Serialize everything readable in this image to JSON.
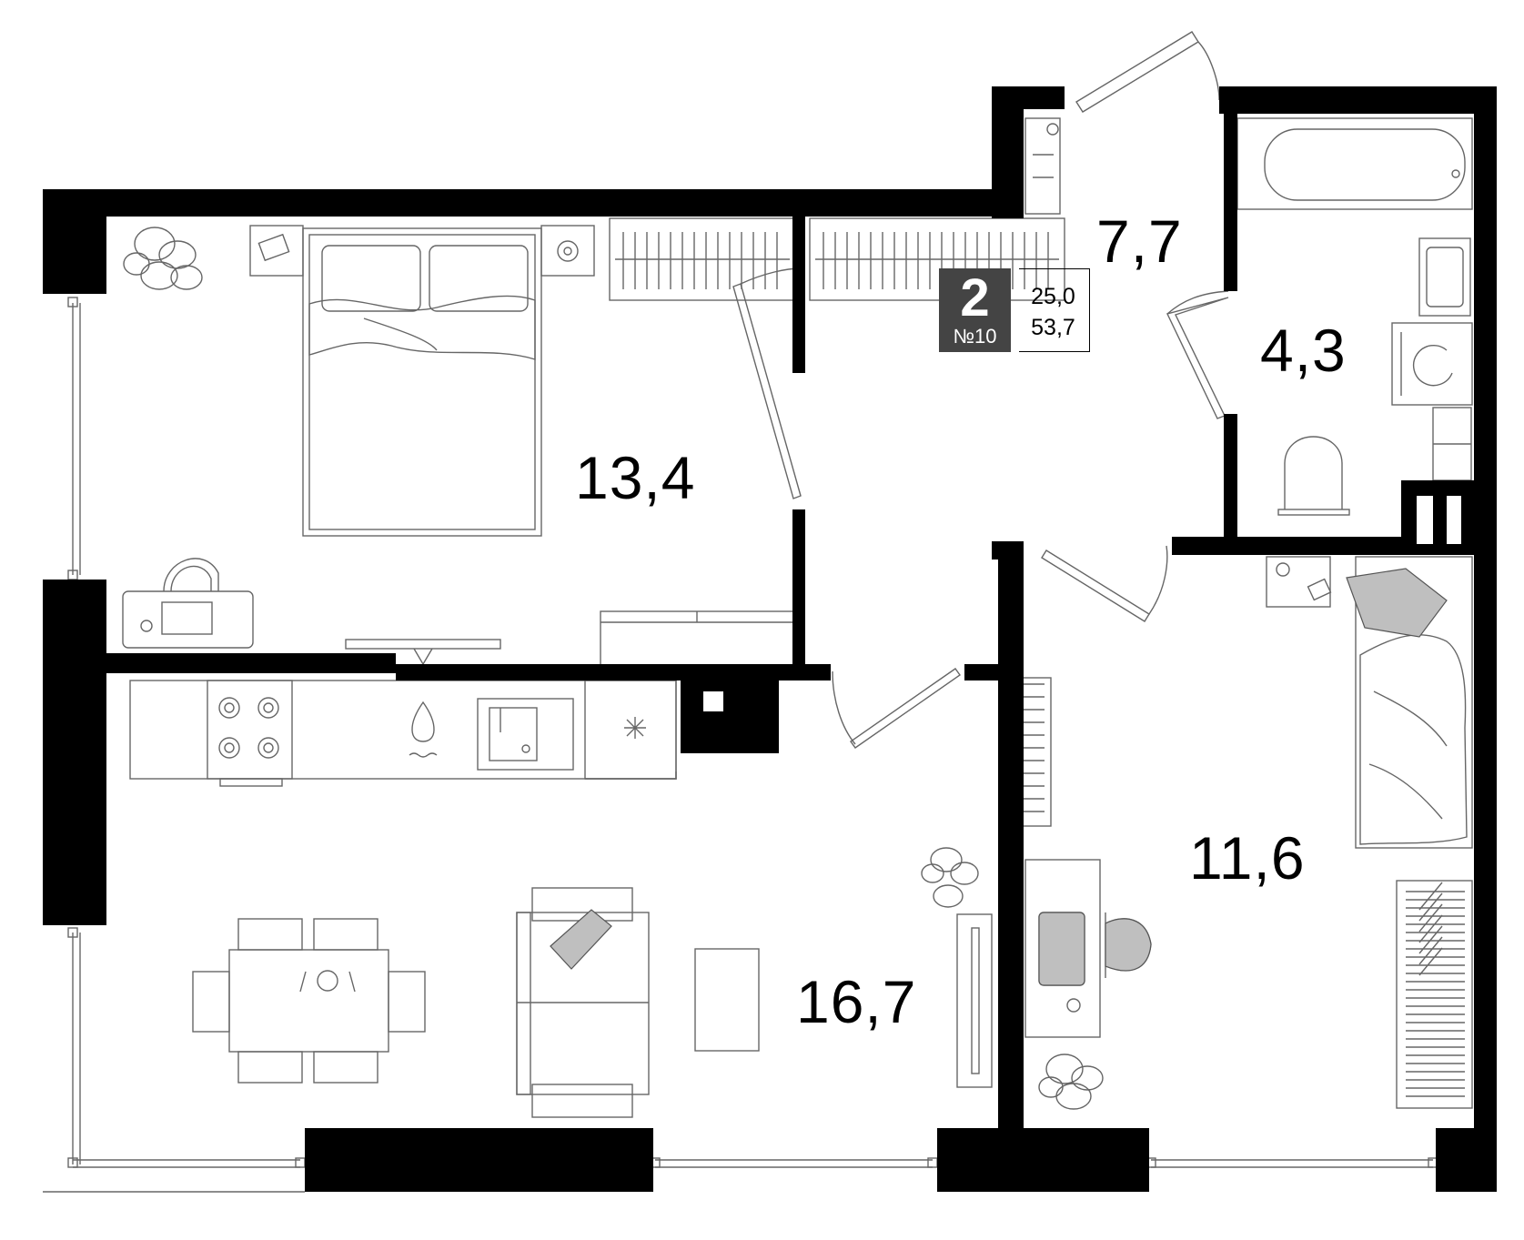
{
  "rooms": [
    {
      "id": "bedroom-large",
      "area": "13,4"
    },
    {
      "id": "hallway",
      "area": "7,7"
    },
    {
      "id": "bathroom",
      "area": "4,3"
    },
    {
      "id": "kitchen-living",
      "area": "16,7"
    },
    {
      "id": "bedroom-small",
      "area": "11,6"
    }
  ],
  "badge": {
    "room_count": "2",
    "apartment_number": "№10",
    "living_area": "25,0",
    "total_area": "53,7"
  },
  "colors": {
    "wall": "#000000",
    "line": "#666666",
    "badge_bg": "#444444",
    "accent_fill": "#bfbfbf"
  }
}
